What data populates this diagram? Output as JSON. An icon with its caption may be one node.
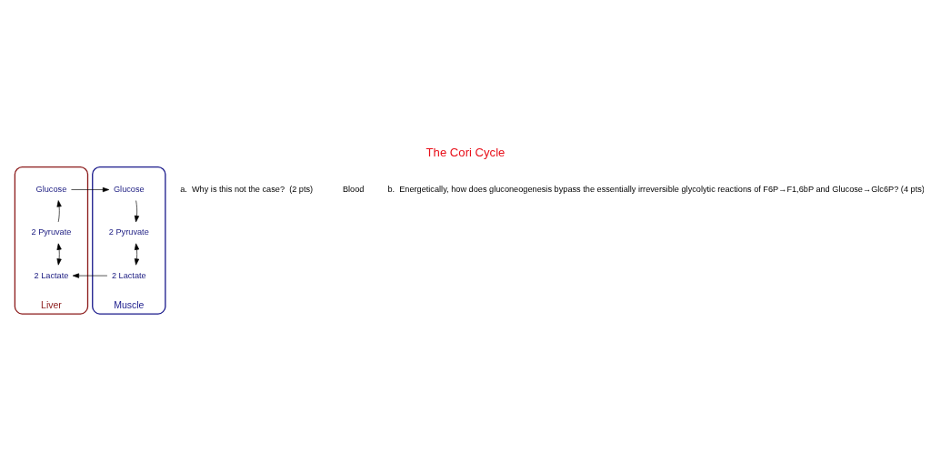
{
  "diagram": {
    "title": "The Cori Cycle",
    "nodes": [
      {
        "text": [
          "Liver"
        ]
      },
      {
        "text": [
          "Glucose"
        ],
        "in": 0
      },
      {
        "text": [
          "2 Pyruvate"
        ],
        "in": 0
      },
      {
        "text": [
          "2 Lactate"
        ],
        "in": 0
      },
      {
        "text": [
          "Muscle"
        ]
      },
      {
        "text": [
          "Glucose"
        ],
        "in": 4
      },
      {
        "text": [
          "2 Pyruvate"
        ],
        "in": 4
      },
      {
        "text": [
          "2 Lactate"
        ],
        "in": 4
      }
    ],
    "edges": [
      {
        "from": 2,
        "to": 1,
        "arrow": "to"
      },
      {
        "from": 2,
        "to": 3,
        "arrow": "both"
      },
      {
        "from": 1,
        "to": 5,
        "arrow": "to"
      },
      {
        "from": 5,
        "to": 6,
        "arrow": "to"
      },
      {
        "from": 6,
        "to": 7,
        "arrow": "both"
      },
      {
        "from": 7,
        "to": 3,
        "arrow": "to"
      }
    ],
    "labels": [
      "a.  Why is this not the case?  (2 pts)",
      "Blood",
      "b.  Energetically, how does gluconeogenesis bypass the essentially irreversible glycolytic reactions of F6P→F1,6bP and Glucose→Glc6P? (4 pts)"
    ]
  }
}
